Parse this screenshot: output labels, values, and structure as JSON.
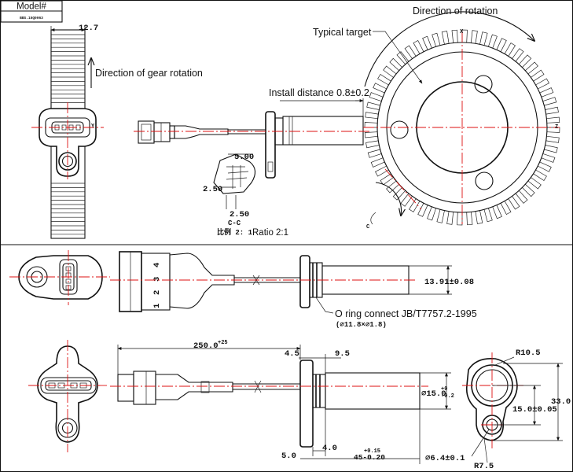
{
  "model_box": {
    "label": "Model#",
    "code": "BBS.15Q0063"
  },
  "labels": {
    "direction_of_rotation": "Direction of rotation",
    "typical_target": "Typical target",
    "direction_of_gear_rotation": "Direction of gear rotation",
    "install_distance": "Install distance 0.8±0.2",
    "ratio": "Ratio 2:1",
    "ratio_cn": "比例 2: 1",
    "o_ring": "O ring connect JB/T7757.2-1995",
    "o_ring_spec": "(⌀11.8×⌀1.8)",
    "section": "C-C",
    "axis_x": "X",
    "axis_y": "Y",
    "axis_z": "Z",
    "axis_c": "C"
  },
  "pins": [
    "1",
    "2",
    "3",
    "4"
  ],
  "dims": {
    "d_12_7": "12.7",
    "d_5_00": "5.00",
    "d_2_50a": "2.50",
    "d_2_50b": "2.50",
    "d_13_91": "13.91±0.08",
    "d_250": "250.0",
    "d_250_tol": "+25",
    "d_4_5": "4.5",
    "d_9_5": "9.5",
    "d_15": "⌀15.0",
    "d_15_tol_up": "+0",
    "d_15_tol_dn": "-0.2",
    "d_4_0": "4.0",
    "d_5_0": "5.0",
    "d_45": "45-0.20",
    "d_45_tol": "+0.15",
    "d_6_4": "⌀6.4±0.1",
    "d_r10_5": "R10.5",
    "d_r7_5": "R7.5",
    "d_15_05": "15.0±0.05",
    "d_33": "33.0"
  }
}
